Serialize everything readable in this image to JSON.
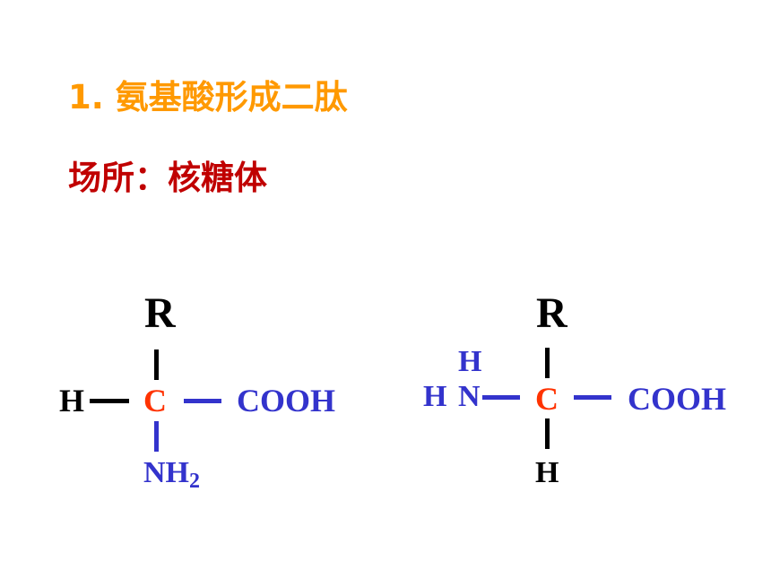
{
  "title": "1. 氨基酸形成二肽",
  "subtitle": "场所：核糖体",
  "molecule_left": {
    "r_group": "R",
    "h_left": "H",
    "alpha_carbon": "C",
    "carboxyl": "COOH",
    "amino": "NH",
    "amino_sub": "2"
  },
  "molecule_right": {
    "r_group": "R",
    "amino_h_top": "H",
    "amino_h_left": "H",
    "amino_n": "N",
    "alpha_carbon": "C",
    "carboxyl": "COOH",
    "h_bottom": "H"
  },
  "colors": {
    "title": "#ff9900",
    "subtitle": "#c00000",
    "black": "#000000",
    "blue": "#3333cc",
    "carbon": "#ff3300"
  }
}
